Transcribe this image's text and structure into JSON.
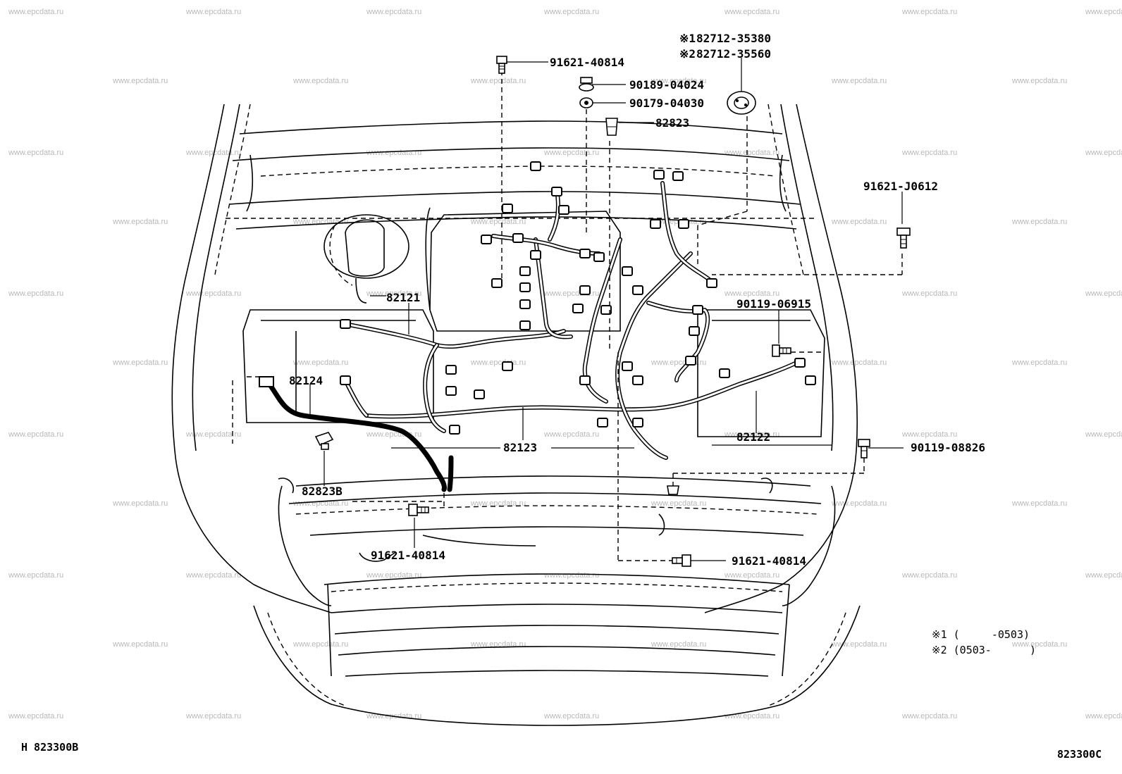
{
  "watermark": "www.epcdata.ru",
  "parts": {
    "p_91621_40814_top": "91621-40814",
    "p_90189_04024": "90189-04024",
    "p_90179_04030": "90179-04030",
    "p_82823": "82823",
    "p_82712_1_mark": "※1",
    "p_82712_1": "82712-35380",
    "p_82712_2_mark": "※2",
    "p_82712_2": "82712-35560",
    "p_91621_J0612": "91621-J0612",
    "p_82121": "82121",
    "p_90119_06915": "90119-06915",
    "p_82124": "82124",
    "p_82122": "82122",
    "p_82123": "82123",
    "p_90119_08826": "90119-08826",
    "p_82823B": "82823B",
    "p_91621_40814_bl": "91621-40814",
    "p_91621_40814_br": "91621-40814"
  },
  "notes": {
    "n1": "※1 (     -0503)",
    "n2": "※2 (0503-      )"
  },
  "codes": {
    "left": "H 823300B",
    "right": "823300C"
  },
  "icons": [
    "bolt-icon",
    "grommet-icon",
    "clip-icon",
    "washer-icon"
  ]
}
